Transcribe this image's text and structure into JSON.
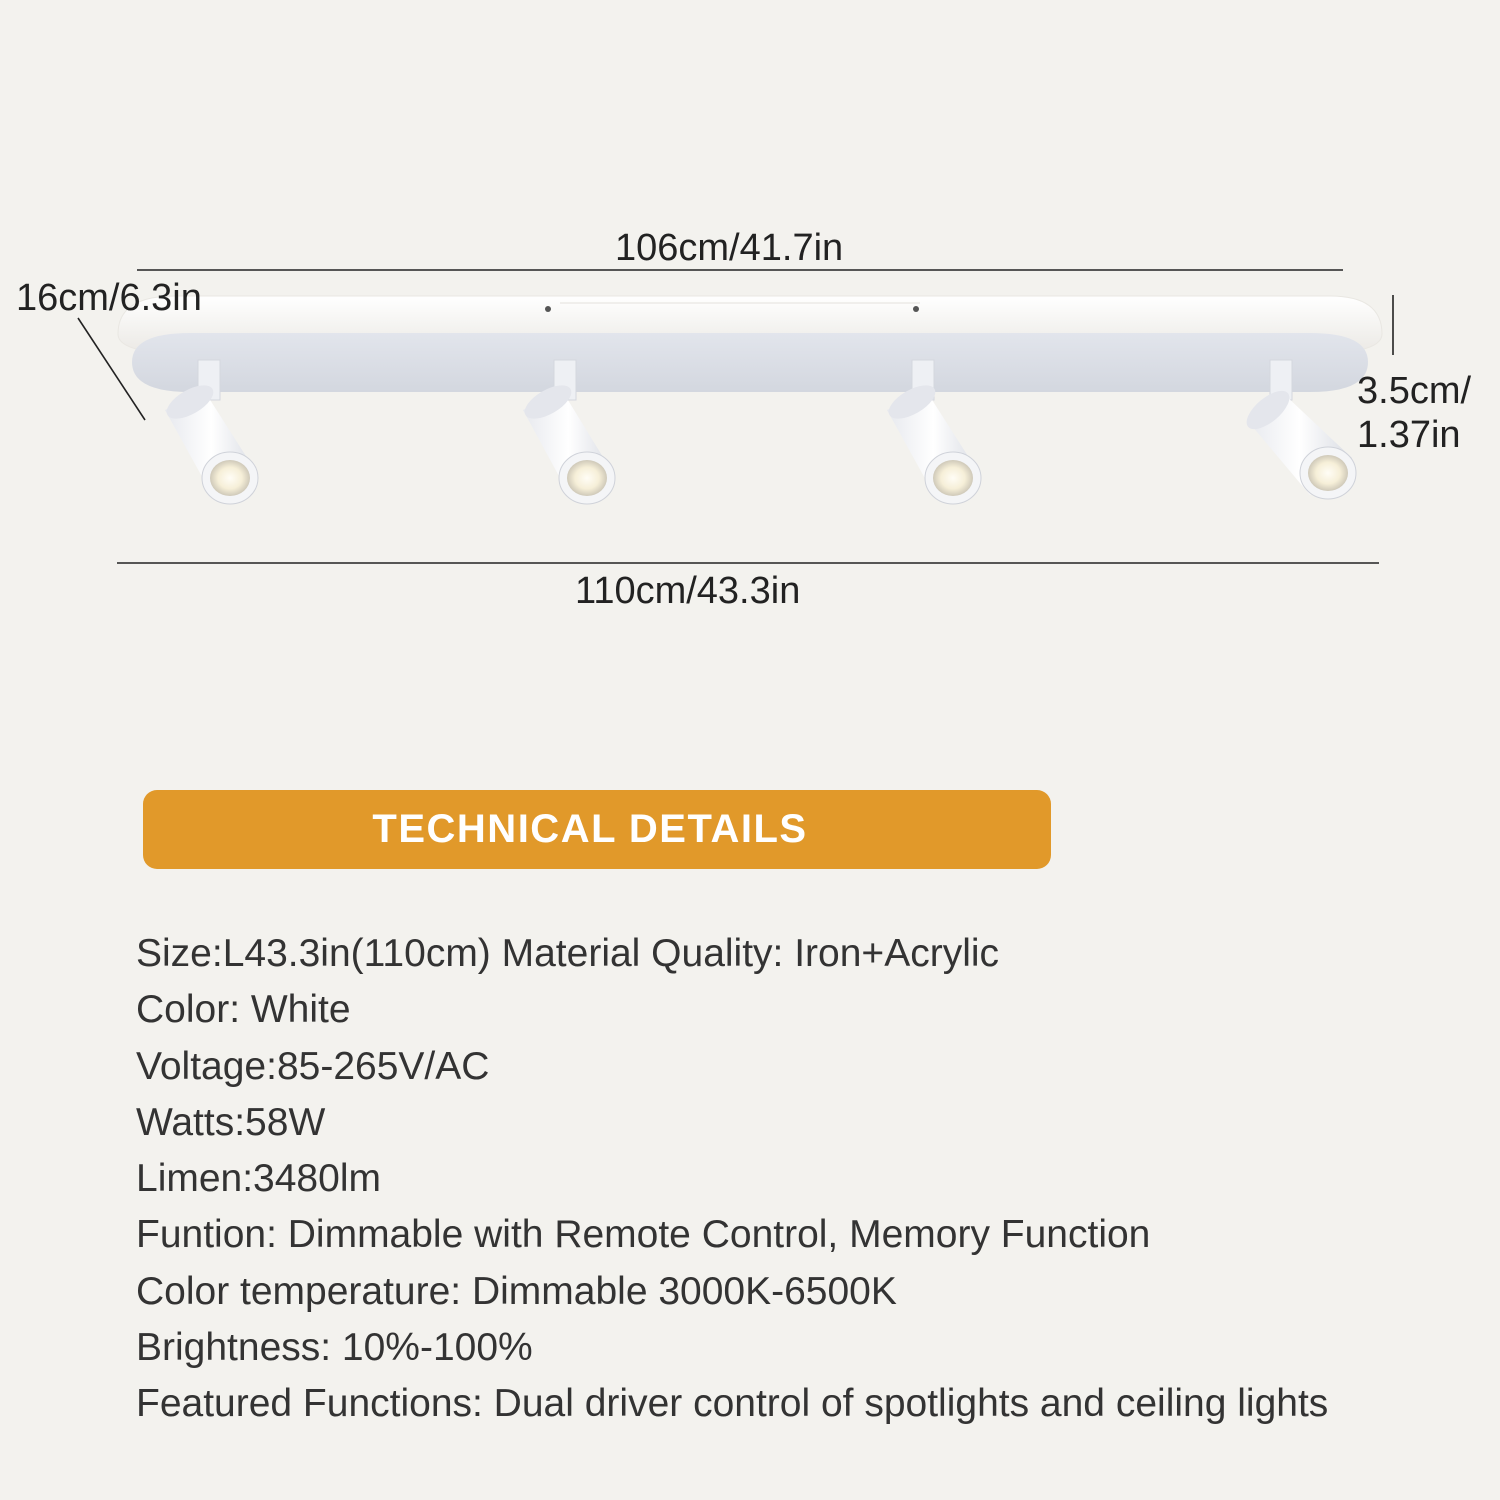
{
  "dimensions": {
    "top_length": "106cm/41.7in",
    "bottom_length": "110cm/43.3in",
    "width": "16cm/6.3in",
    "height_line1": "3.5cm/",
    "height_line2": "1.37in"
  },
  "colors": {
    "background": "#f3f2ee",
    "banner": "#e1992a",
    "fixture": "#ffffff",
    "fixture_shade": "#dadde4",
    "lens_glow": "#f6efd8"
  },
  "banner": {
    "title": "TECHNICAL DETAILS"
  },
  "specs": [
    "Size:L43.3in(110cm) Material Quality: Iron+Acrylic",
    "Color: White",
    "Voltage:85-265V/AC",
    "Watts:58W",
    "Limen:3480lm",
    "Funtion: Dimmable with Remote Control, Memory Function",
    "Color temperature: Dimmable 3000K-6500K",
    "Brightness: 10%-100%",
    "Featured Functions: Dual driver control of spotlights and ceiling lights"
  ]
}
